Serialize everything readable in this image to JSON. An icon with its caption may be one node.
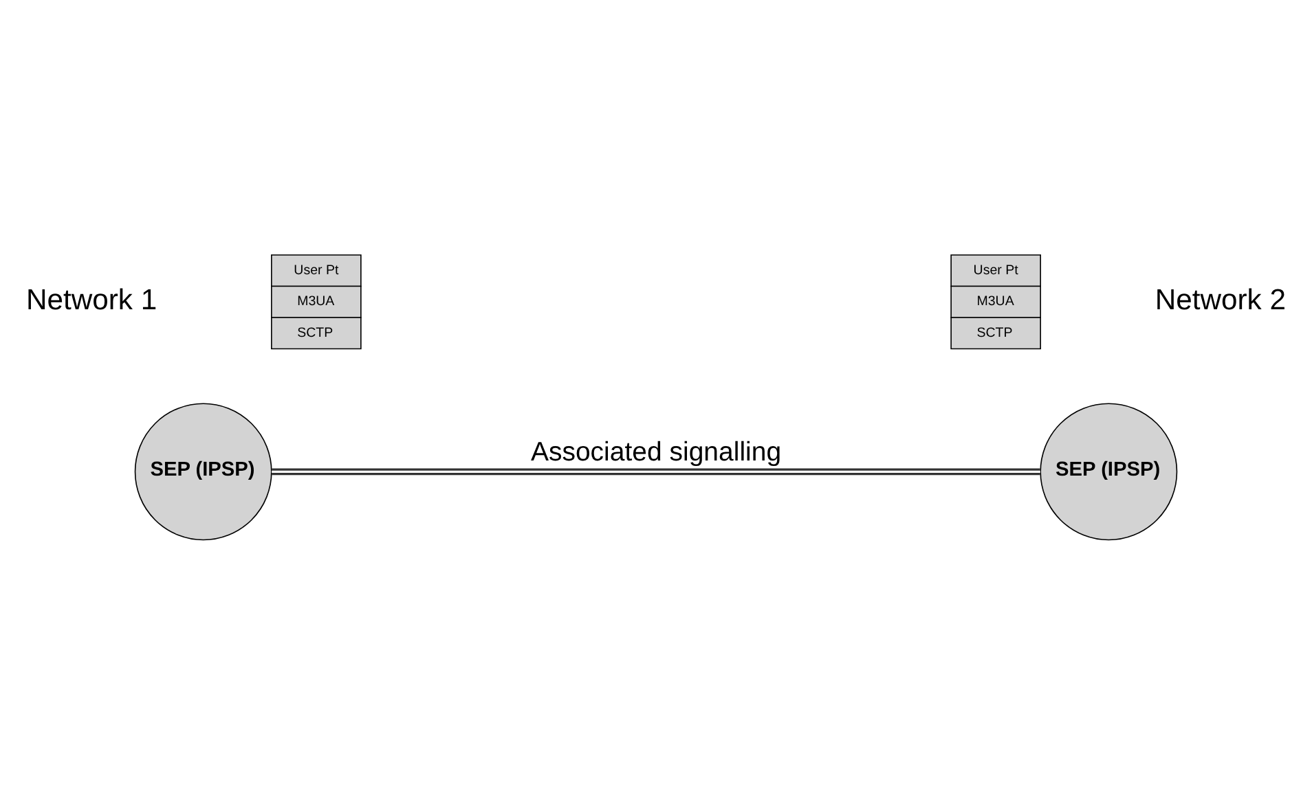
{
  "diagram": {
    "nodes": [
      {
        "text": [
          "SEP (IPSP)"
        ]
      },
      {
        "text": [
          "User Pt",
          "M3UA",
          "SCTP"
        ]
      },
      {
        "text": [
          "User Pt",
          "M3UA",
          "SCTP"
        ]
      },
      {
        "text": [
          "SEP (IPSP)"
        ]
      }
    ],
    "edges": [
      {
        "from": 0,
        "to": 3,
        "arrow": "none",
        "label": "Associated signalling"
      }
    ],
    "labels": [
      "Network 1",
      "Network 2"
    ]
  }
}
